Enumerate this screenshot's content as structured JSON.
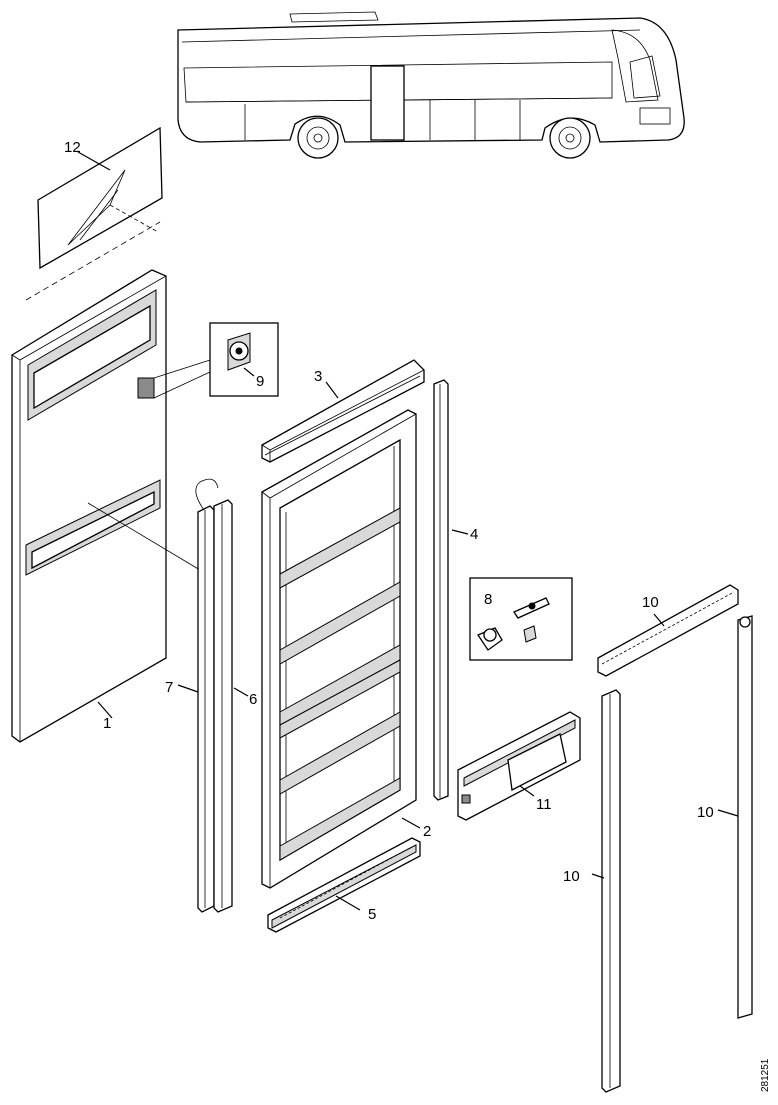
{
  "diagram": {
    "callouts": [
      {
        "id": "c1",
        "label": "1"
      },
      {
        "id": "c2",
        "label": "2"
      },
      {
        "id": "c3",
        "label": "3"
      },
      {
        "id": "c4",
        "label": "4"
      },
      {
        "id": "c5",
        "label": "5"
      },
      {
        "id": "c6",
        "label": "6"
      },
      {
        "id": "c7",
        "label": "7"
      },
      {
        "id": "c8",
        "label": "8"
      },
      {
        "id": "c9",
        "label": "9"
      },
      {
        "id": "c10a",
        "label": "10"
      },
      {
        "id": "c10b",
        "label": "10"
      },
      {
        "id": "c10c",
        "label": "10"
      },
      {
        "id": "c11",
        "label": "11"
      },
      {
        "id": "c12",
        "label": "12"
      }
    ],
    "document_code": "281251"
  }
}
